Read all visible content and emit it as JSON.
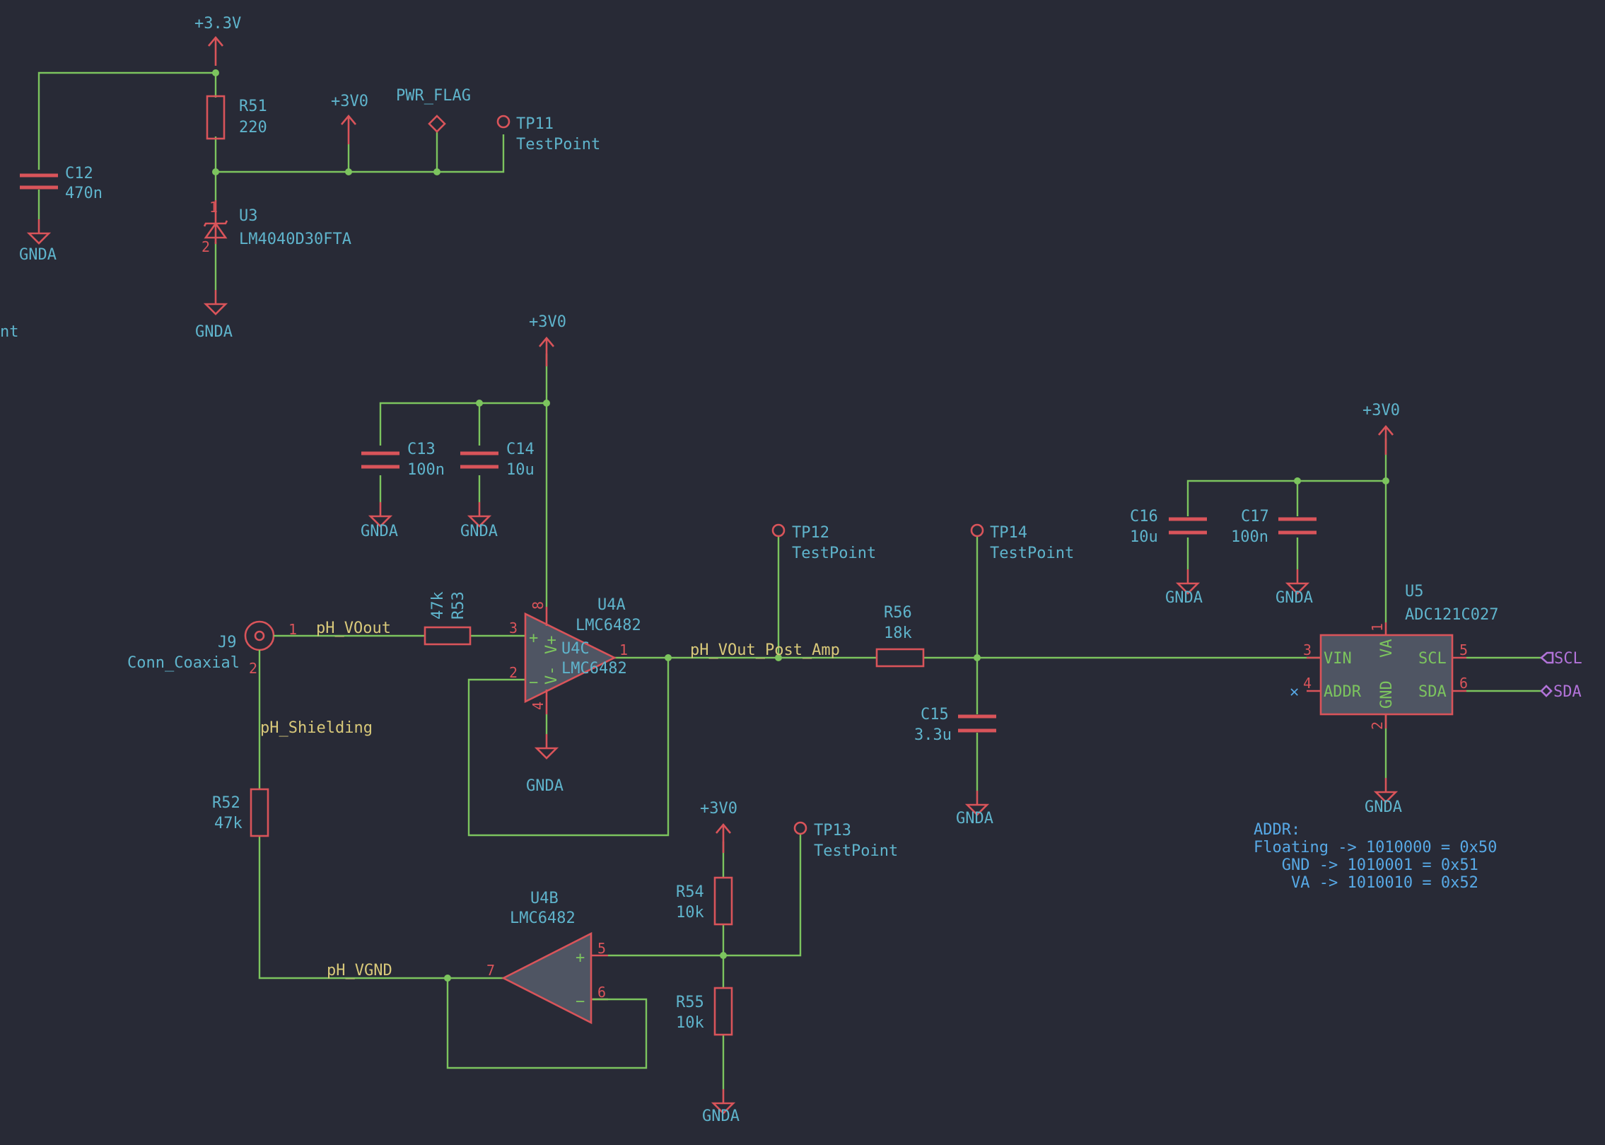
{
  "power": {
    "v33": "+3.3V",
    "v30": "+3V0",
    "gnda": "GNDA",
    "pwr_flag": "PWR_FLAG"
  },
  "components": {
    "c12": {
      "ref": "C12",
      "value": "470n"
    },
    "r51": {
      "ref": "R51",
      "value": "220"
    },
    "u3": {
      "ref": "U3",
      "value": "LM4040D30FTA"
    },
    "tp11": {
      "ref": "TP11",
      "value": "TestPoint"
    },
    "c13": {
      "ref": "C13",
      "value": "100n"
    },
    "c14": {
      "ref": "C14",
      "value": "10u"
    },
    "tp12": {
      "ref": "TP12",
      "value": "TestPoint"
    },
    "tp14": {
      "ref": "TP14",
      "value": "TestPoint"
    },
    "c16": {
      "ref": "C16",
      "value": "10u"
    },
    "c17": {
      "ref": "C17",
      "value": "100n"
    },
    "u5": {
      "ref": "U5",
      "value": "ADC121C027"
    },
    "j9": {
      "ref": "J9",
      "value": "Conn_Coaxial"
    },
    "r53": {
      "ref": "R53",
      "value": "47k"
    },
    "u4a": {
      "ref": "U4A",
      "value": "LMC6482"
    },
    "u4c": {
      "ref": "U4C",
      "value": "LMC6482"
    },
    "r56": {
      "ref": "R56",
      "value": "18k"
    },
    "c15": {
      "ref": "C15",
      "value": "3.3u"
    },
    "r52": {
      "ref": "R52",
      "value": "47k"
    },
    "tp13": {
      "ref": "TP13",
      "value": "TestPoint"
    },
    "r54": {
      "ref": "R54",
      "value": "10k"
    },
    "r55": {
      "ref": "R55",
      "value": "10k"
    },
    "u4b": {
      "ref": "U4B",
      "value": "LMC6482"
    }
  },
  "nets": {
    "vout": "pH_VOout",
    "vout_post": "pH_VOut_Post_Amp",
    "shielding": "pH_Shielding",
    "vgnd": "pH_VGND"
  },
  "u5_pins": {
    "vin": "VIN",
    "addr": "ADDR",
    "va": "VA",
    "gnd": "GND",
    "scl": "SCL",
    "sda": "SDA"
  },
  "opamp_pins": {
    "vplus": "V+",
    "vminus": "V-"
  },
  "global_labels": {
    "scl": "SCL",
    "sda": "SDA"
  },
  "pin_numbers": {
    "p1": "1",
    "p2": "2",
    "p3": "3",
    "p4": "4",
    "p5": "5",
    "p6": "6",
    "p7": "7",
    "p8": "8"
  },
  "signs": {
    "plus": "+",
    "minus": "−"
  },
  "no_connect": "✕",
  "edge_text": "nt",
  "addr_note": [
    "ADDR:",
    "Floating -> 1010000 = 0x50",
    "   GND -> 1010001 = 0x51",
    "    VA -> 1010010 = 0x52"
  ],
  "colors": {
    "background": "#282a36",
    "wire": "#7cc45e",
    "component": "#d9545a",
    "reference": "#5fb4cc",
    "net_label": "#d9c97a",
    "note": "#57a9e6",
    "global_label": "#b273d9"
  }
}
